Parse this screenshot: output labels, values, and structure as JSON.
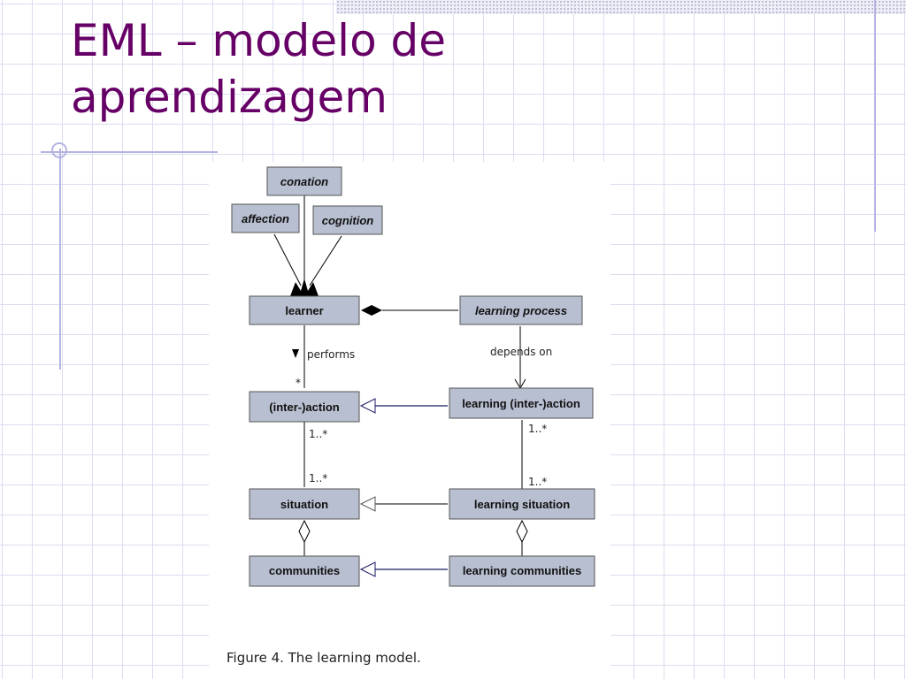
{
  "slide": {
    "title_line1": "EML – modelo de",
    "title_line2": "aprendizagem"
  },
  "figure": {
    "caption": "Figure 4. The learning model.",
    "nodes": {
      "conation": "conation",
      "affection": "affection",
      "cognition": "cognition",
      "learner": "learner",
      "learning_process": "learning process",
      "inter_action": "(inter-)action",
      "learning_inter_action": "learning (inter-)action",
      "situation": "situation",
      "learning_situation": "learning situation",
      "communities": "communities",
      "learning_communities": "learning communities"
    },
    "labels": {
      "performs": "performs",
      "depends_on": "depends on",
      "mult_star": "*",
      "mult_left_1": "1..*",
      "mult_left_2": "1..*",
      "mult_right_1": "1..*",
      "mult_right_2": "1..*"
    }
  },
  "colors": {
    "title": "#660066",
    "grid": "#dcdcf0",
    "accent_line": "#b4b4e2",
    "node_fill": "#b8bfd0"
  }
}
